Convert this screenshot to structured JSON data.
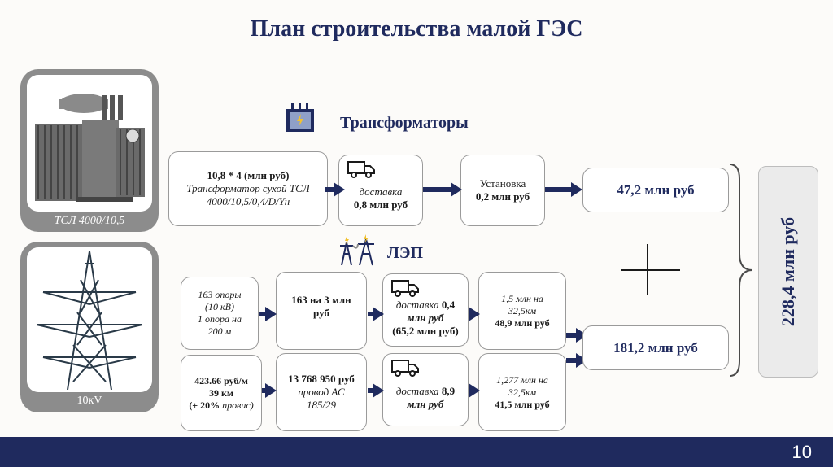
{
  "title": "План строительства малой ГЭС",
  "photos": {
    "transformer_caption": "ТСЛ 4000/10,5",
    "tower_caption": "10кV"
  },
  "sections": {
    "transformers": "Трансформаторы",
    "lep": "ЛЭП"
  },
  "transformer_row": {
    "cost_line1": "10,8 * 4 (млн руб)",
    "cost_line2": "Трансформатор сухой ТСЛ 4000/10,5/0,4/D/Yн",
    "delivery_label": "доставка",
    "delivery_value": "0,8 млн руб",
    "install_label": "Установка",
    "install_value": "0,2 млн руб",
    "result": "47,2 млн руб"
  },
  "lep_row1": {
    "spec_line1": "163 опоры",
    "spec_line2": "(10 кВ)",
    "spec_line3": "1 опора на",
    "spec_line4": "200 м",
    "cost": "163 на 3 млн руб",
    "delivery_label": "доставка",
    "delivery_value1": "0,4",
    "delivery_value2": "млн руб",
    "delivery_value3": "(65,2 млн руб)",
    "install_line1": "1,5 млн на",
    "install_line2": "32,5км",
    "install_total": "48,9 млн руб"
  },
  "lep_row2": {
    "spec_line1": "423.66 руб/м",
    "spec_line2": "39 км",
    "spec_bold": "(+ 20%",
    "spec_italic": "провис)",
    "cost_line1": "13 768 950 руб",
    "cost_line2": "провод АС",
    "cost_line3": "185/29",
    "delivery_label": "доставка",
    "delivery_value1": "8,9",
    "delivery_value2": "млн руб",
    "install_line1": "1,277 млн на",
    "install_line2": "32,5км",
    "install_total": "41,5 млн руб"
  },
  "lep_result": "181,2 млн руб",
  "total": "228,4 млн руб",
  "page_number": "10",
  "colors": {
    "navy": "#1f2a5e",
    "gray": "#8c8c8c"
  }
}
